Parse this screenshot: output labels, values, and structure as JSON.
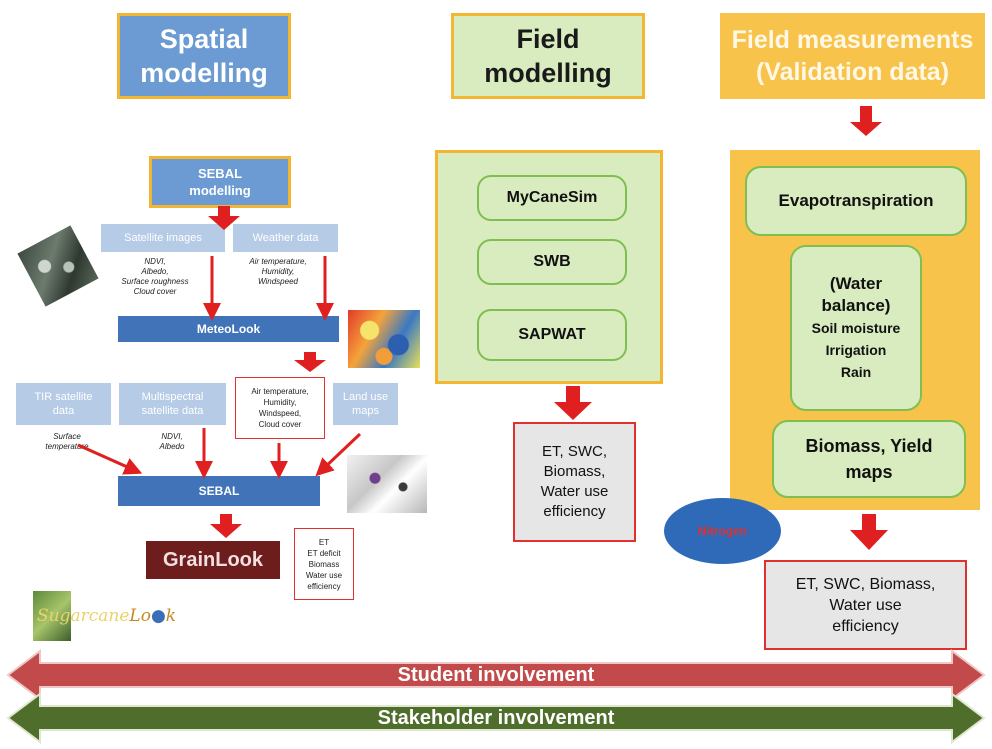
{
  "headers": {
    "spatial": [
      "Spatial",
      "modelling"
    ],
    "field": [
      "Field",
      "modelling"
    ],
    "measure": [
      "Field measurements",
      "(Validation data)"
    ]
  },
  "spatial": {
    "sebal_modelling": [
      "SEBAL",
      "modelling"
    ],
    "satellite_images": "Satellite images",
    "satellite_notes": [
      "NDVI,",
      "Albedo,",
      "Surface roughness",
      "Cloud cover"
    ],
    "weather_data": "Weather data",
    "weather_notes": [
      "Air temperature,",
      "Humidity,",
      "Windspeed"
    ],
    "meteolook": "MeteoLook",
    "tir_data": [
      "TIR satellite",
      "data"
    ],
    "tir_notes": [
      "Surface",
      "temperature"
    ],
    "multi_data": [
      "Multispectral",
      "satellite data"
    ],
    "multi_notes": [
      "NDVI,",
      "Albedo"
    ],
    "met_box": [
      "Air temperature,",
      "Humidity,",
      "Windspeed,",
      "Cloud cover"
    ],
    "landuse": [
      "Land use",
      "maps"
    ],
    "sebal": "SEBAL",
    "grainlook": "GrainLook",
    "outputs": [
      "ET",
      "ET deficit",
      "Biomass",
      "Water use",
      "efficiency"
    ],
    "sugarcane_logo": "SugarcaneLook"
  },
  "field": {
    "models": [
      "MyCaneSim",
      "SWB",
      "SAPWAT"
    ],
    "outputs": [
      "ET, SWC,",
      "Biomass,",
      "Water use",
      "efficiency"
    ]
  },
  "measure": {
    "evapo": "Evapotranspiration",
    "water_balance": [
      "(Water",
      "balance)",
      "Soil moisture",
      "Irrigation",
      "Rain"
    ],
    "biomass": [
      "Biomass, Yield",
      "maps"
    ],
    "nitrogen": "Nitrogen",
    "outputs": [
      "ET, SWC, Biomass,",
      "Water use",
      "efficiency"
    ]
  },
  "bands": {
    "student": "Student involvement",
    "stakeholder": "Stakeholder involvement"
  },
  "colors": {
    "arrow_red": "#e02020",
    "student_band": "#c24a4a",
    "stakeholder_band": "#4f6e2c"
  }
}
